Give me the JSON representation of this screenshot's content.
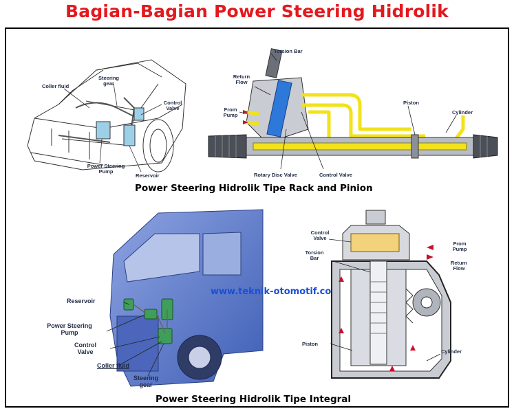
{
  "title": "Bagian-Bagian Power Steering Hidrolik",
  "watermark": "www.teknik-otomotif.com",
  "colors": {
    "title": "#e3191e",
    "watermark": "#1a4fd6",
    "fluid": "#f2e21a",
    "truck_blue": "#5e79c8",
    "valve_blue": "#2d78d8",
    "arrow_red": "#c8102e"
  },
  "rack_pinion": {
    "caption": "Power Steering Hidrolik Tipe Rack and Pinion",
    "car_labels": {
      "coller_fluid": "Coller fluid",
      "steering_gear": "Steering gear",
      "control_valve": "Control Valve",
      "power_steering_pump": "Power Steering Pump",
      "reservoir": "Reservoir"
    },
    "gear_labels": {
      "torsion_bar": "Torsion Bar",
      "return_flow": "Return Flow",
      "from_pump": "From Pump",
      "piston": "Piston",
      "cylinder": "Cylinder",
      "rotary_disc_valve": "Rotary Disc Valve",
      "control_valve": "Control Valve"
    }
  },
  "integral": {
    "caption": "Power Steering Hidrolik Tipe Integral",
    "truck_labels": {
      "reservoir": "Reservoir",
      "power_steering_pump": "Power Steering Pump",
      "control_valve": "Control Valve",
      "coller_fluid": "Coller fluid",
      "steering_gear": "Steering gear"
    },
    "gear_labels": {
      "control_valve": "Control Valve",
      "torsion_bar": "Torsion Bar",
      "from_pump": "From Pump",
      "return_flow": "Return Flow",
      "piston": "Piston",
      "cylinder": "Cylinder"
    }
  }
}
